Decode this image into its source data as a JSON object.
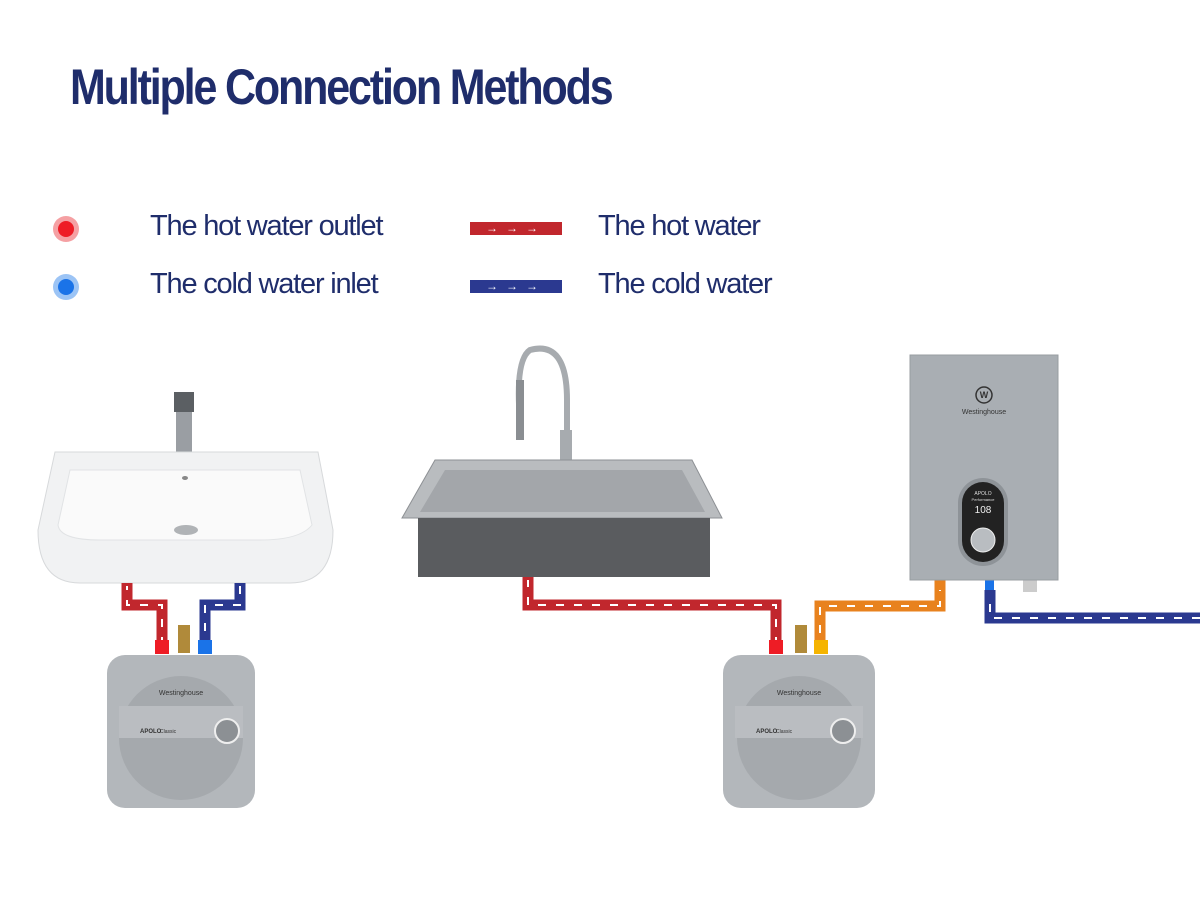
{
  "title": "Multiple Connection Methods",
  "legend": {
    "hot_outlet": "The hot water outlet",
    "cold_inlet": "The cold water inlet",
    "hot_water": "The hot water",
    "cold_water": "The cold water"
  },
  "colors": {
    "hot": "#c1272d",
    "cold": "#2b3990",
    "mixed": "#e8821e",
    "title": "#1f2d6b"
  },
  "heaters": {
    "brand": "Westinghouse",
    "tank_model": "APOLO",
    "tank_sub": "Classic",
    "tankless_model": "APOLO",
    "tankless_sub": "Performance",
    "display": "108"
  }
}
